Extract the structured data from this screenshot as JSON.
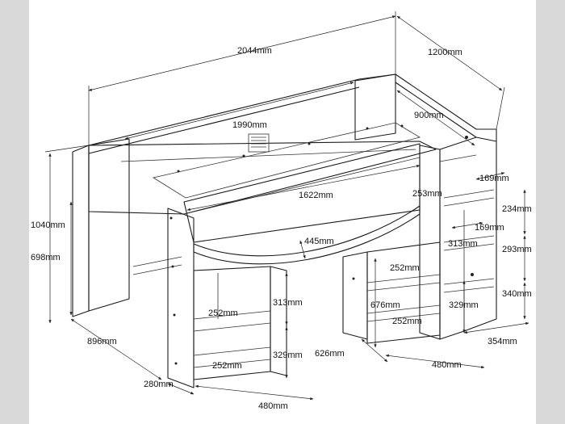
{
  "figure": {
    "colors": {
      "background": "#d9d9d9",
      "paper": "#ffffff",
      "line": "#1a1a1a"
    }
  },
  "dimensions": {
    "total_length": "2044mm",
    "total_depth": "1200mm",
    "top_length": "1990mm",
    "top_depth": "900mm",
    "total_height": "1040mm",
    "under_bed_height": "698mm",
    "side_depth": "896mm",
    "foot_width": "280mm",
    "desk_length": "1622mm",
    "desk_depth": "445mm",
    "step_width_upper": "253mm",
    "step_depth_1": "169mm",
    "step_depth_2": "169mm",
    "step_height_1": "234mm",
    "step_height_2": "293mm",
    "step_height_3": "340mm",
    "step_shelf_313": "313mm",
    "stairs_depth": "354mm",
    "left_shelf_width_1": "252mm",
    "left_shelf_width_2": "252mm",
    "left_shelf_height_1": "313mm",
    "left_shelf_height_2": "329mm",
    "left_unit_width": "480mm",
    "mid_shelf_width_1": "252mm",
    "mid_shelf_width_2": "252mm",
    "mid_height": "676mm",
    "mid_shelf_height": "329mm",
    "mid_unit_width": "480mm",
    "desk_height_626": "626mm"
  }
}
